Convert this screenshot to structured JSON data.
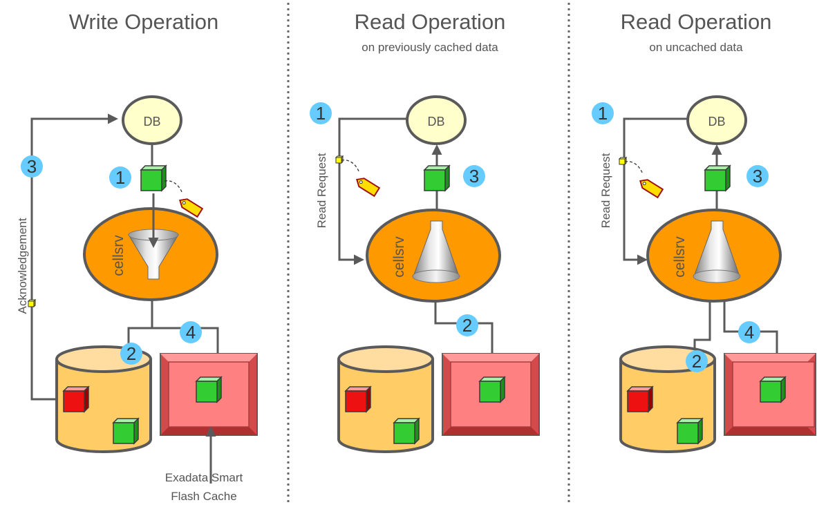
{
  "panels": [
    {
      "title": "Write Operation",
      "subtitle": "",
      "db_label": "DB",
      "cellsrv_label": "cellsrv",
      "side_label": "Acknowledgement",
      "steps": [
        "1",
        "2",
        "3",
        "4"
      ],
      "caption_lines": [
        "Exadata Smart",
        "Flash Cache"
      ]
    },
    {
      "title": "Read Operation",
      "subtitle": "on previously cached data",
      "db_label": "DB",
      "cellsrv_label": "cellsrv",
      "side_label": "Read Request",
      "steps": [
        "1",
        "2",
        "3"
      ]
    },
    {
      "title": "Read Operation",
      "subtitle": "on uncached data",
      "db_label": "DB",
      "cellsrv_label": "cellsrv",
      "side_label": "Read Request",
      "steps": [
        "1",
        "2",
        "3",
        "4"
      ]
    }
  ],
  "colors": {
    "db_fill": "#ffffcc",
    "cellsrv_fill": "#ff9900",
    "disk_fill": "#ffcc66",
    "flash_fill": "#ff8080",
    "block_green": "#33cc33",
    "block_red": "#ee1111",
    "step_badge": "#66ccff",
    "tag_yellow": "#ffdd00",
    "outline": "#5a5a5a"
  },
  "icons": [
    "cube-block-icon",
    "tag-icon",
    "funnel-icon",
    "disk-cylinder-icon",
    "flash-card-icon"
  ]
}
